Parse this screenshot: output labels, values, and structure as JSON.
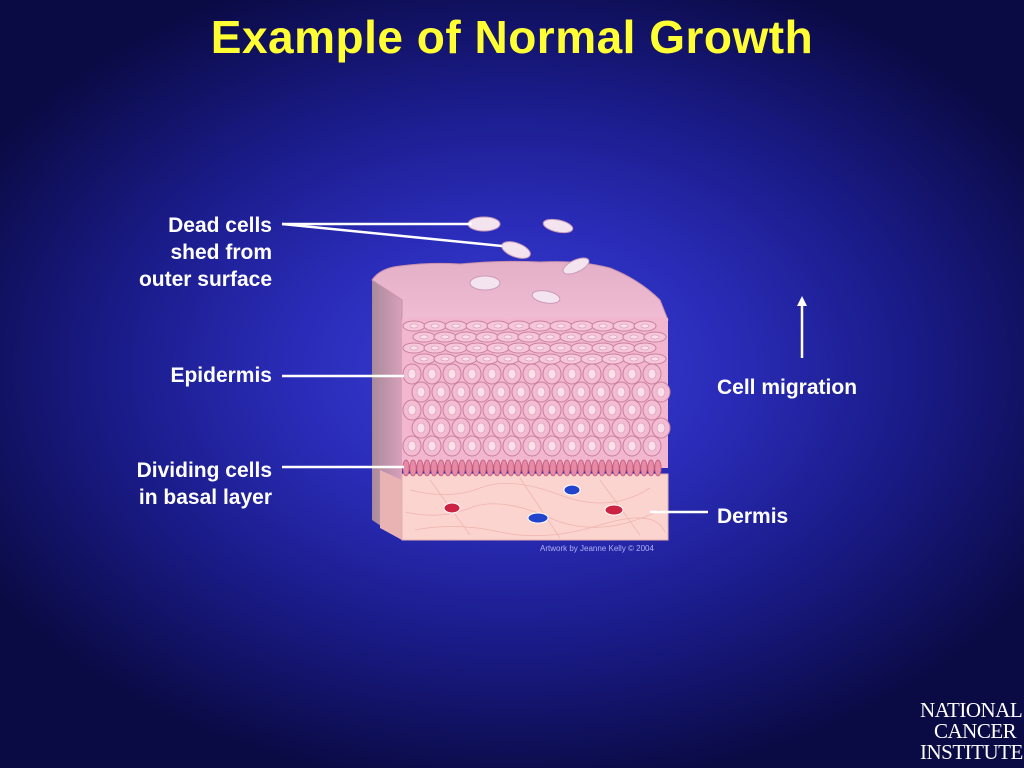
{
  "title": "Example of Normal Growth",
  "labels": {
    "dead_cells": [
      "Dead cells",
      "shed from",
      "outer surface"
    ],
    "epidermis": "Epidermis",
    "dividing_cells": [
      "Dividing cells",
      "in basal layer"
    ],
    "cell_migration": "Cell migration",
    "dermis": "Dermis"
  },
  "credit": "Artwork by Jeanne Kelly © 2004",
  "logo": [
    "NATIONAL",
    "CANCER",
    "INSTITUTE"
  ],
  "colors": {
    "title": "#ffff33",
    "label": "#ffffff",
    "background_center": "#3a3fd8",
    "background_edge": "#0a0a44",
    "epidermis_pink": "#f2b6cf",
    "dermis_pink": "#fbd3cf",
    "basal_cell": "#e88aa6"
  }
}
